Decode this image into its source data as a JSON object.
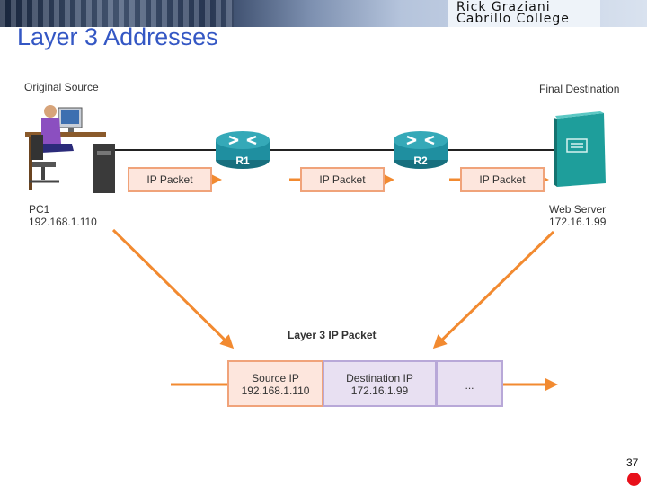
{
  "header": {
    "brand_line1": "Rick Graziani",
    "brand_line2": "Cabrillo College"
  },
  "title": "Layer 3 Addresses",
  "labels": {
    "original_source": "Original Source",
    "final_destination": "Final Destination"
  },
  "devices": {
    "pc": {
      "name": "PC1",
      "ip": "192.168.1.110"
    },
    "server": {
      "name": "Web Server",
      "ip": "172.16.1.99"
    },
    "router1": "R1",
    "router2": "R2"
  },
  "packets": [
    "IP Packet",
    "IP Packet",
    "IP Packet"
  ],
  "layer3_packet": {
    "title": "Layer 3 IP Packet",
    "source_label": "Source IP",
    "source_value": "192.168.1.110",
    "destination_label": "Destination IP",
    "destination_value": "172.16.1.99",
    "more": "..."
  },
  "slide_number": "37",
  "colors": {
    "title": "#3457c4",
    "arrow": "#f28a30",
    "router": "#1f8fa0",
    "server": "#1e9e9b",
    "packet_fill": "#fde6dd",
    "packet_border": "#f0a37a",
    "dst_fill": "#e8e0f2"
  }
}
